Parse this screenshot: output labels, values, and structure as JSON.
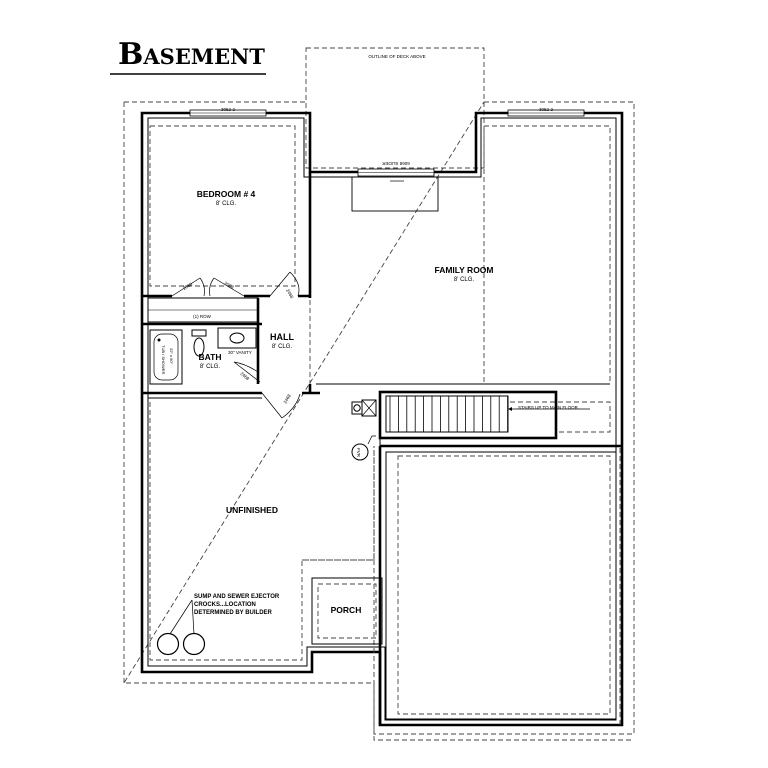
{
  "title": "Basement",
  "deck_note": "OUTLINE OF DECK ABOVE",
  "windows": {
    "top_left": "3052-2",
    "top_right": "3052-2",
    "deck_door": "6068 SLIDER"
  },
  "rooms": {
    "bedroom": {
      "name": "BEDROOM # 4",
      "ceiling": "8' CLG."
    },
    "family": {
      "name": "FAMILY ROOM",
      "ceiling": "8' CLG."
    },
    "hall": {
      "name": "HALL",
      "ceiling": "8' CLG."
    },
    "bath": {
      "name": "BATH",
      "ceiling": "8' CLG."
    },
    "unfinished": {
      "name": "UNFINISHED"
    },
    "porch": {
      "name": "PORCH"
    }
  },
  "fixtures": {
    "row": "(1) ROW",
    "vanity": "30\" VANITY",
    "tub": "TUB / SHOWER",
    "tub_size": "32\" x 60\"",
    "fvr": "FVR",
    "stairs": "STAIRS UP TO MAIN FLOOR"
  },
  "doors": {
    "closet_left": "2068",
    "closet_right": "2068",
    "hall_closet": "2468",
    "bath": "2468",
    "unfinished": "2468"
  },
  "sump_note": [
    "SUMP AND SEWER EJECTOR",
    "CROCKS...LOCATION",
    "DETERMINED BY BUILDER"
  ]
}
